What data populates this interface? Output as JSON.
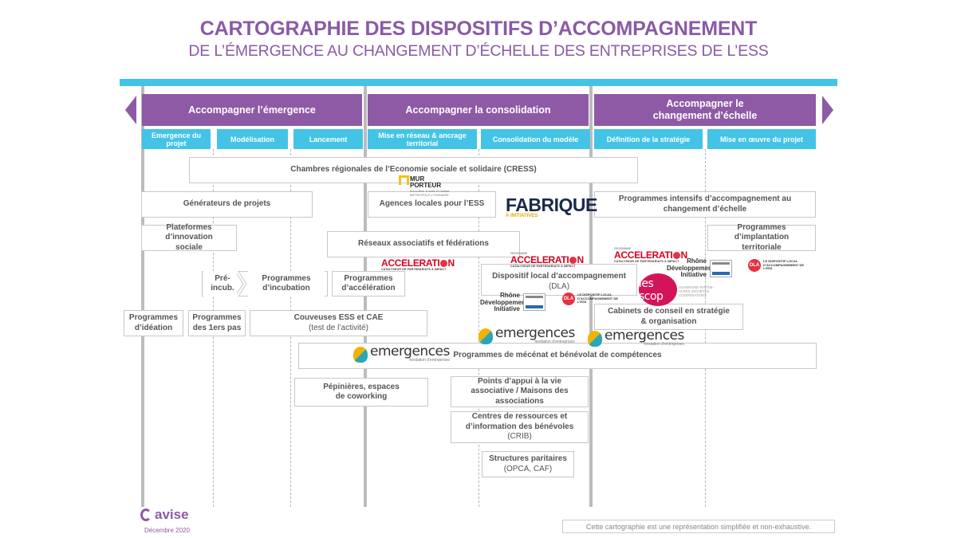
{
  "header": {
    "title": "CARTOGRAPHIE DES DISPOSITIFS D’ACCOMPAGNEMENT",
    "subtitle": "DE L’ÉMERGENCE AU CHANGEMENT D’ÉCHELLE DES ENTREPRISES DE L’ESS"
  },
  "phases": [
    {
      "label": "Accompagner l’émergence"
    },
    {
      "label": "Accompagner la consolidation"
    },
    {
      "label": "Accompagner le changement d’échelle"
    }
  ],
  "stages": [
    {
      "label": "Emergence du projet"
    },
    {
      "label": "Modélisation"
    },
    {
      "label": "Lancement"
    },
    {
      "label": "Mise en réseau & ancrage territorial"
    },
    {
      "label": "Consolidation du modèle"
    },
    {
      "label": "Définition de la stratégie"
    },
    {
      "label": "Mise en œuvre du projet"
    }
  ],
  "boxes": {
    "cress": "Chambres régionales de l’Economie sociale et solidaire (CRESS)",
    "generateurs": "Générateurs de projets",
    "agences": "Agences locales pour l’ESS",
    "programmes_intensifs": "Programmes intensifs d’accompagnement au changement d’échelle",
    "plateformes": "Plateformes d’innovation sociale",
    "reseaux": "Réseaux associatifs et fédérations",
    "implantation": "Programmes d’implantation territoriale",
    "pre_incub": "Pré-incub.",
    "incubation": "Programmes d’incubation",
    "acceleration": "Programmes d’accélération",
    "dla_title": "Dispositif local d’accompagnement",
    "dla_sub": "(DLA)",
    "ideation": "Programmes d’idéation",
    "premiers_pas": "Programmes des 1ers pas",
    "couveuses_title": "Couveuses ESS et CAE",
    "couveuses_sub": "(test de l’activité)",
    "cabinets": "Cabinets de conseil en stratégie & organisation",
    "mecenat": "Programmes de mécénat et bénévolat de compétences",
    "pepinieres": "Pépinières, espaces de coworking",
    "points_appui": "Points d’appui à la vie associative / Maisons des associations",
    "crib_title": "Centres de ressources et d’information des bénévoles",
    "crib_sub": "(CRIB)",
    "paritaires_title": "Structures paritaires",
    "paritaires_sub": "(OPCA, CAF)"
  },
  "logos": {
    "accelerati": "ACCELERATI",
    "accelerati_o": "N",
    "accelerati_tag": "CATALYSEUR DE PARTENARIATS À IMPACT",
    "accelerati_pre": "PROGRAMME",
    "emergences": "emergences",
    "emergences_sub": "fondation d’entreprises",
    "rdi": "Rhône Développement Initiative",
    "dla": "DLA",
    "dla_text": "LE DISPOSITIF LOCAL D’ACCOMPAGNEMENT DE L’ESS",
    "fabrique": "FABRIQUE",
    "fabrique_sub": "À INITIATIVES",
    "mur": "MUR PORTEUR",
    "mur_sub": "innovation sociale et habitat MÉTROPOLE LYONNAISE",
    "scop": "les scop",
    "scop_aux": "AUVERGNE RHÔNE-ALPES SOCIÉTÉS COOPÉRATIVES",
    "avise": "avise"
  },
  "footer": {
    "date": "Décembre 2020",
    "disclaimer": "Cette cartographie est une représentation simplifiée et non-exhaustive."
  },
  "colors": {
    "purple": "#8e5aa6",
    "cyan": "#43c4e6",
    "box_border": "#c8c8c8"
  }
}
